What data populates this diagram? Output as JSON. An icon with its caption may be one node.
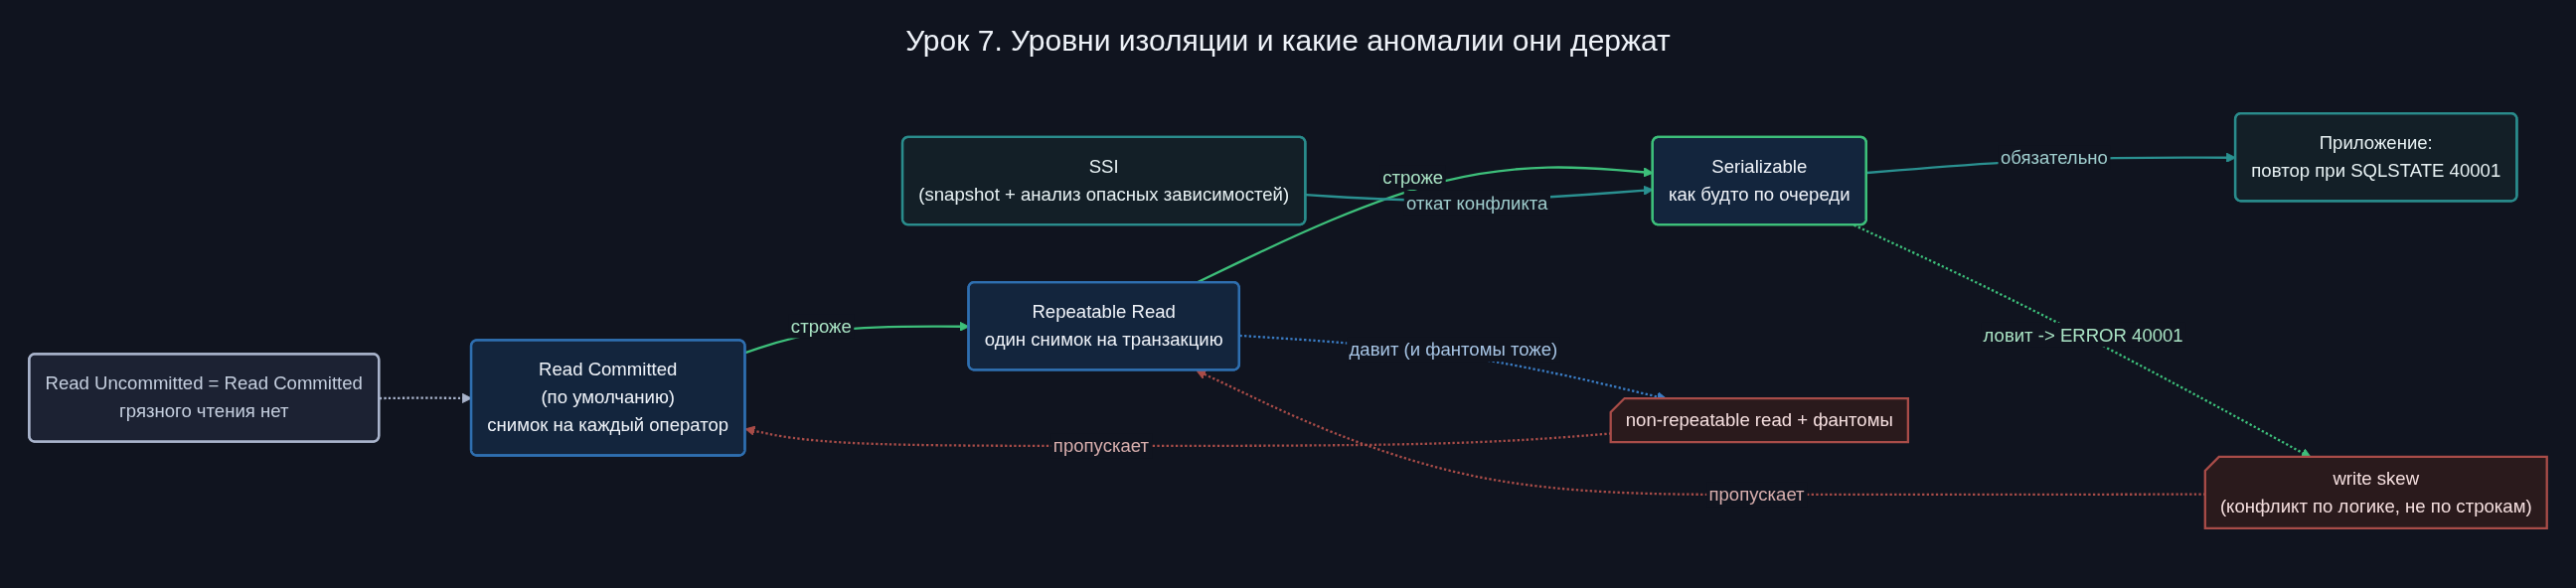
{
  "diagram": {
    "title": "Урок 7. Уровни изоляции и какие аномалии они держат",
    "nodes": [
      {
        "text": [
          "Read Uncommitted = Read Committed",
          "грязного чтения нет"
        ]
      },
      {
        "text": [
          "Read Committed",
          "(по умолчанию)",
          "снимок на каждый оператор"
        ]
      },
      {
        "text": [
          "Repeatable Read",
          "один снимок на транзакцию"
        ]
      },
      {
        "text": [
          "Serializable",
          "как будто по очереди"
        ]
      },
      {
        "text": [
          "Приложение:",
          "повтор при SQLSTATE 40001"
        ]
      },
      {
        "text": [
          "SSI",
          "(snapshot + анализ опасных зависимостей)"
        ]
      },
      {
        "text": [
          "non-repeatable read + фантомы"
        ]
      },
      {
        "text": [
          "write skew",
          "(конфликт по логике, не по строкам)"
        ]
      }
    ],
    "edges": [
      {
        "from": 0,
        "to": 1,
        "arrow": "to",
        "style": "dashed",
        "color": "#a9b4cc"
      },
      {
        "from": 1,
        "to": 2,
        "arrow": "to",
        "label": "строже",
        "color": "#3dbf7a"
      },
      {
        "from": 2,
        "to": 3,
        "arrow": "to",
        "label": "строже",
        "color": "#3dbf7a"
      },
      {
        "from": 3,
        "to": 4,
        "arrow": "to",
        "label": "обязательно",
        "color": "#2a9090"
      },
      {
        "from": 5,
        "to": 3,
        "arrow": "to",
        "label": "откат конфликта",
        "color": "#2a9090"
      },
      {
        "from": 2,
        "to": 6,
        "arrow": "to",
        "label": "давит (и фантомы тоже)",
        "style": "dashed",
        "color": "#3a7cc4"
      },
      {
        "from": 3,
        "to": 7,
        "arrow": "to",
        "label": "ловит -> ERROR 40001",
        "style": "dashed",
        "color": "#3dbf7a"
      },
      {
        "from": 7,
        "to": 2,
        "arrow": "to",
        "label": "пропускает",
        "style": "dashed",
        "color": "#a84c48"
      },
      {
        "from": 6,
        "to": 1,
        "arrow": "to",
        "label": "пропускает",
        "style": "dashed",
        "color": "#a84c48"
      }
    ]
  }
}
